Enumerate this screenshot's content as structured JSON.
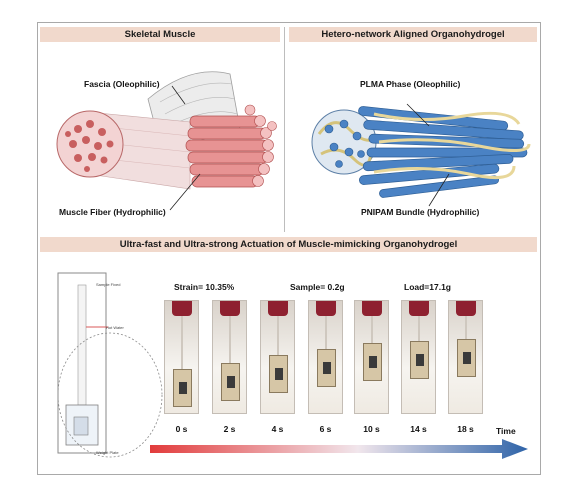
{
  "panels": {
    "skeletal_title": "Skeletal Muscle",
    "hetero_title": "Hetero-network Aligned Organohydrogel",
    "actuation_title": "Ultra-fast and Ultra-strong Actuation of Muscle-mimicking Organohydrogel"
  },
  "skeletal": {
    "fascia_label": "Fascia (Oleophilic)",
    "fiber_label": "Muscle Fiber (Hydrophilic)"
  },
  "hetero": {
    "plma_label": "PLMA Phase (Oleophilic)",
    "pnipam_label": "PNIPAM Bundle (Hydrophilic)"
  },
  "apparatus": {
    "sample_fixed": "Sample Fixed",
    "hot_water": "Hot Water",
    "weight_plate": "Weight Plate"
  },
  "actuation": {
    "strain": "Strain= 10.35%",
    "sample": "Sample= 0.2g",
    "load": "Load=17.1g",
    "time_axis_label": "Time",
    "frames": [
      {
        "time": "0 s",
        "weight_drop": 0.95
      },
      {
        "time": "2 s",
        "weight_drop": 0.8
      },
      {
        "time": "4 s",
        "weight_drop": 0.6
      },
      {
        "time": "6 s",
        "weight_drop": 0.45
      },
      {
        "time": "10 s",
        "weight_drop": 0.3
      },
      {
        "time": "14 s",
        "weight_drop": 0.25
      },
      {
        "time": "18 s",
        "weight_drop": 0.2
      }
    ]
  },
  "colors": {
    "header_bg": "#f1d9cc",
    "arrow_hot": "#e23b3b",
    "arrow_cold": "#2e63a8",
    "pnipam_blue": "#4a82c4",
    "plma_yellow": "#e8d79a",
    "muscle_pink": "#e79393"
  }
}
